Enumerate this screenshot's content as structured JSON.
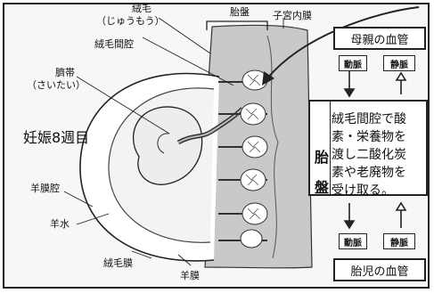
{
  "labels": {
    "villi": "絨毛",
    "villi_reading": "（じゅうもう）",
    "placenta_top": "胎盤",
    "decidua": "子宮内膜",
    "intervillous_space": "絨毛間腔",
    "umbilical_cord": "臍帯",
    "umbilical_cord_reading": "（さいたい）",
    "pregnancy_week": "妊娠8週目",
    "amniotic_cavity": "羊膜腔",
    "amniotic_fluid": "羊水",
    "chorion": "絨毛膜",
    "amnion": "羊膜"
  },
  "panel": {
    "maternal_vessels": "母親の血管",
    "artery_top": "動脈",
    "vein_top": "静脈",
    "placenta_vertical": [
      "胎",
      "盤"
    ],
    "description": "絨毛間腔で酸\n素・栄養物を\n渡し二酸化炭\n素や老廃物を\n受け取る。",
    "artery_bottom": "動脈",
    "vein_bottom": "静脈",
    "fetal_vessels": "胎児の血管"
  }
}
